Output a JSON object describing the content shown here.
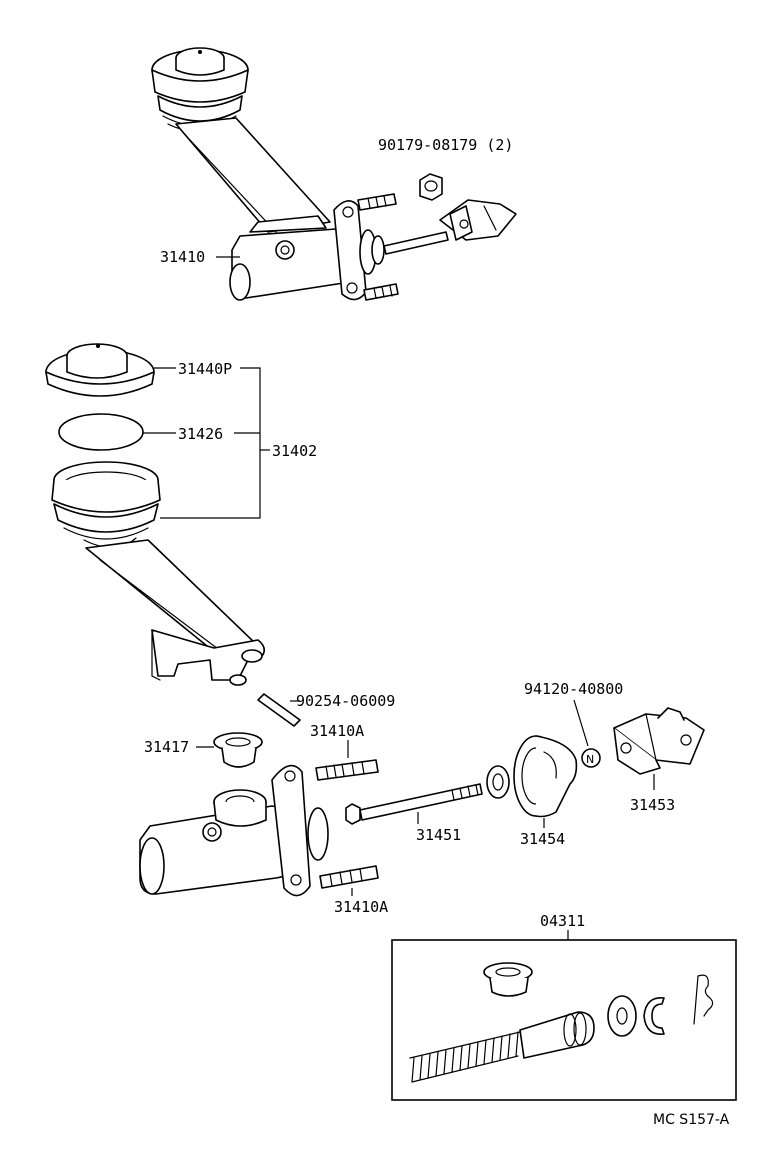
{
  "diagram": {
    "labels": {
      "p_90179": "90179-08179 (2)",
      "p_31410": "31410",
      "p_31440p": "31440P",
      "p_31426": "31426",
      "p_31402": "31402",
      "p_90254": "90254-06009",
      "p_31410a_top": "31410A",
      "p_31417": "31417",
      "p_94120": "94120-40800",
      "p_31451": "31451",
      "p_31454": "31454",
      "p_31453": "31453",
      "p_31410a_bottom": "31410A",
      "p_04311": "04311",
      "n_symbol": "N"
    },
    "reference_code": "MC S157-A"
  }
}
